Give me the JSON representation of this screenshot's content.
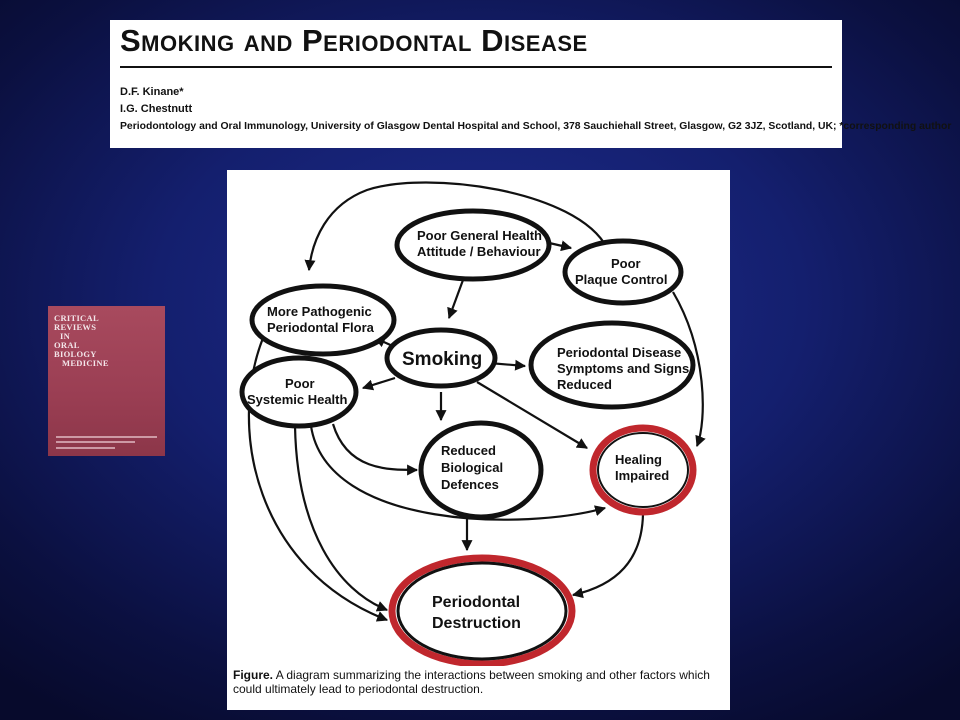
{
  "header": {
    "title": "Smoking and Periodontal Disease",
    "author_1": "D.F. Kinane*",
    "author_2": "I.G. Chestnutt",
    "affiliation": "Periodontology and Oral Immunology, University of Glasgow Dental Hospital and School, 378 Sauchiehall Street, Glasgow, G2 3JZ, Scotland, UK; *corresponding author"
  },
  "journal_cover": {
    "title_lines": [
      "CRITICAL",
      "REVIEWS",
      "IN",
      "ORAL",
      "BIOLOGY",
      "MEDICINE"
    ]
  },
  "diagram": {
    "nodes": {
      "poor_general_health": [
        "Poor General Health",
        "Attitude / Behaviour"
      ],
      "poor_plaque_control": [
        "Poor",
        "Plaque Control"
      ],
      "more_pathogenic_flora": [
        "More Pathogenic",
        "Periodontal Flora"
      ],
      "smoking": [
        "Smoking"
      ],
      "periodontal_disease_symptoms": [
        "Periodontal Disease",
        "Symptoms and Signs",
        "Reduced"
      ],
      "poor_systemic_health": [
        "Poor",
        "Systemic Health"
      ],
      "reduced_biological_defences": [
        "Reduced",
        "Biological",
        "Defences"
      ],
      "healing_impaired": [
        "Healing",
        "Impaired"
      ],
      "periodontal_destruction": [
        "Periodontal",
        "Destruction"
      ]
    },
    "edges": [
      [
        "poor_general_health",
        "poor_plaque_control"
      ],
      [
        "poor_general_health",
        "smoking"
      ],
      [
        "poor_plaque_control",
        "more_pathogenic_flora"
      ],
      [
        "poor_plaque_control",
        "healing_impaired"
      ],
      [
        "smoking",
        "more_pathogenic_flora"
      ],
      [
        "smoking",
        "periodontal_disease_symptoms"
      ],
      [
        "smoking",
        "poor_systemic_health"
      ],
      [
        "smoking",
        "reduced_biological_defences"
      ],
      [
        "smoking",
        "healing_impaired"
      ],
      [
        "poor_systemic_health",
        "reduced_biological_defences"
      ],
      [
        "poor_systemic_health",
        "healing_impaired"
      ],
      [
        "poor_systemic_health",
        "periodontal_destruction"
      ],
      [
        "more_pathogenic_flora",
        "periodontal_destruction"
      ],
      [
        "reduced_biological_defences",
        "periodontal_destruction"
      ],
      [
        "healing_impaired",
        "periodontal_destruction"
      ]
    ],
    "highlight_color": "#c0272d"
  },
  "caption": {
    "label": "Figure.",
    "text": " A diagram summarizing the interactions between smoking and other factors which could ultimately lead to periodontal destruction."
  }
}
